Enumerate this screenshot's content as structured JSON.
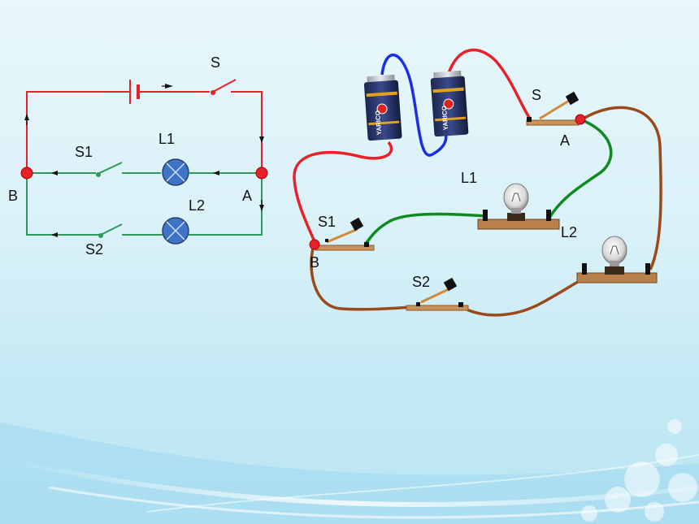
{
  "schematic": {
    "labels": {
      "switch_main": "S",
      "switch_1": "S1",
      "switch_2": "S2",
      "lamp_1": "L1",
      "lamp_2": "L2",
      "node_a": "A",
      "node_b": "B"
    }
  },
  "physical": {
    "labels": {
      "switch_main": "S",
      "switch_1": "S1",
      "switch_2": "S2",
      "lamp_1": "L1",
      "lamp_2": "L2",
      "node_a": "A",
      "node_b": "B"
    },
    "battery_brand": "YARICO"
  },
  "colors": {
    "red_wire": "#e8202a",
    "green_wire": "#2e9a57",
    "blue_wire": "#1a2ee8",
    "brown_wire": "#9a4a1a",
    "phys_green": "#0f8a20",
    "node": "#e8202a",
    "lamp": "#3f73c4"
  }
}
